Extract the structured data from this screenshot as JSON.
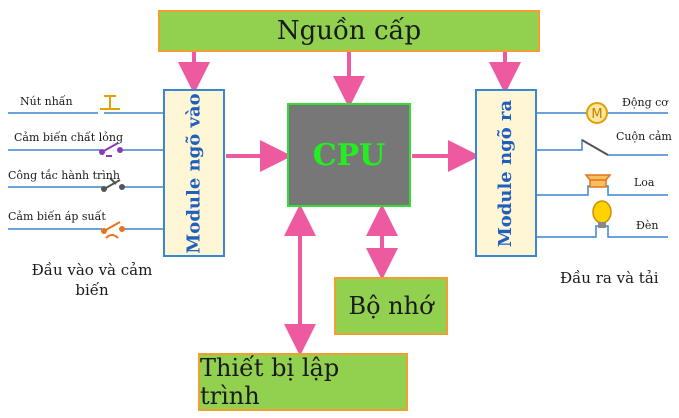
{
  "blocks": {
    "power": "Nguồn cấp",
    "cpu": "CPU",
    "memory": "Bộ nhớ",
    "programming_device": "Thiết bị lập trình",
    "input_module": "Module ngõ vào",
    "output_module": "Module ngõ ra"
  },
  "inputs": {
    "items": [
      {
        "label": "Nút nhấn",
        "icon": "push-button-icon"
      },
      {
        "label": "Cảm biến chất lỏng",
        "icon": "liquid-sensor-icon"
      },
      {
        "label": "Công tắc hành trình",
        "icon": "limit-switch-icon"
      },
      {
        "label": "Cảm biến áp suất",
        "icon": "pressure-sensor-icon"
      }
    ],
    "caption_line1": "Đầu vào và cảm",
    "caption_line2": "biến"
  },
  "outputs": {
    "items": [
      {
        "label": "Động cơ",
        "icon": "motor-icon",
        "symbol": "M"
      },
      {
        "label": "Cuộn cảm",
        "icon": "inductor-icon"
      },
      {
        "label": "Loa",
        "icon": "speaker-icon"
      },
      {
        "label": "Đèn",
        "icon": "lamp-icon"
      }
    ],
    "caption": "Đầu ra và tải"
  },
  "colors": {
    "block_fill": "#92d050",
    "block_border": "#f0a030",
    "arrow": "#ee5aa0",
    "cpu_fill": "#777777",
    "cpu_text": "#22ee22",
    "module_border": "#3a86d0",
    "module_text": "#1f5fbf",
    "signal_line": "#3a86d0"
  }
}
